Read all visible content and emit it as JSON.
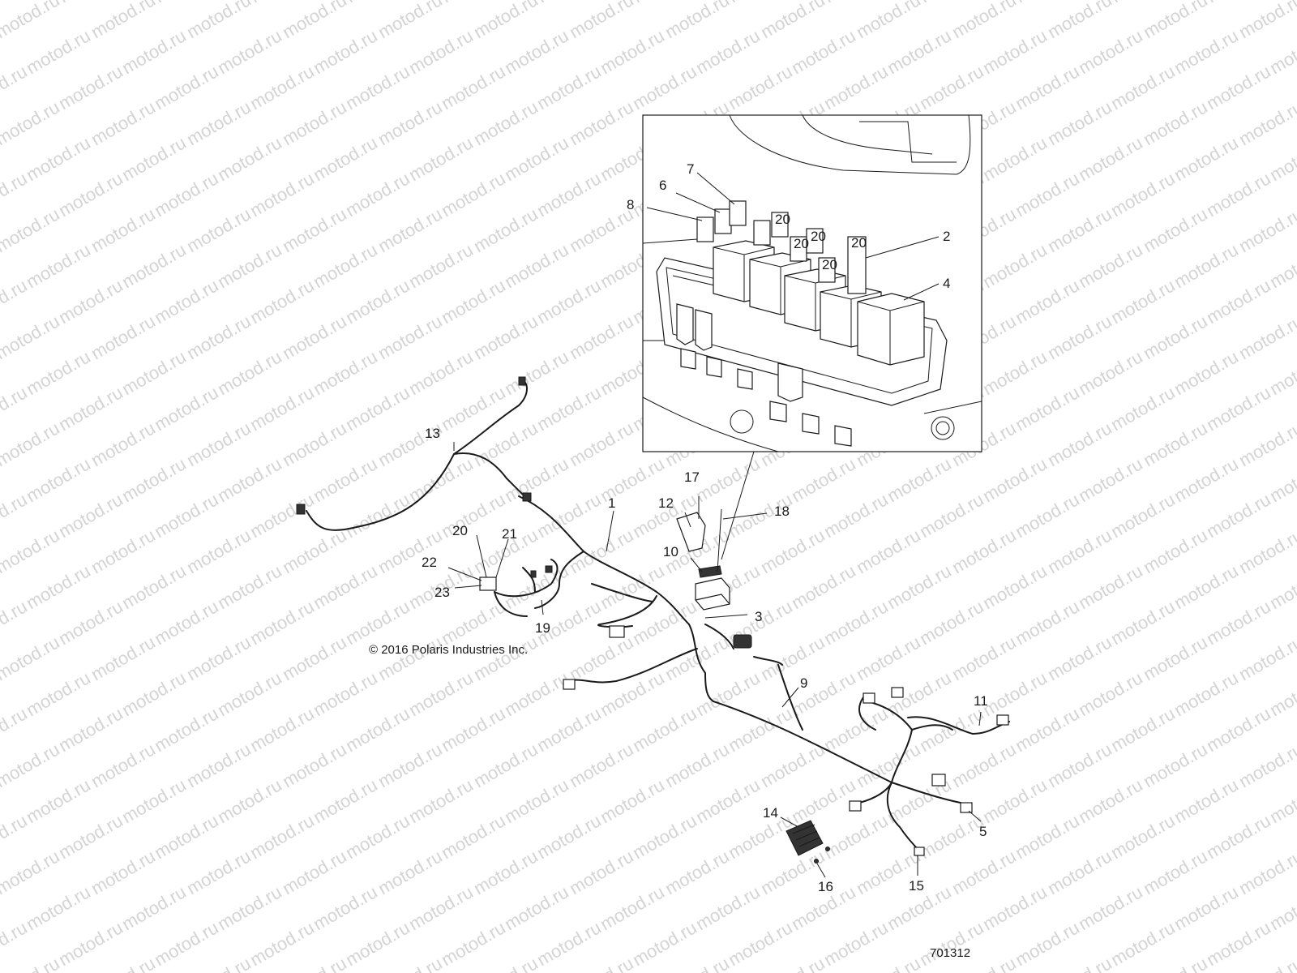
{
  "watermark": "motod.ru",
  "copyright": "© 2016 Polaris Industries Inc.",
  "document_number": "701312",
  "callouts": [
    {
      "id": "c1",
      "label": "1"
    },
    {
      "id": "c2",
      "label": "2"
    },
    {
      "id": "c3",
      "label": "3"
    },
    {
      "id": "c4",
      "label": "4"
    },
    {
      "id": "c5",
      "label": "5"
    },
    {
      "id": "c6",
      "label": "6"
    },
    {
      "id": "c7",
      "label": "7"
    },
    {
      "id": "c8",
      "label": "8"
    },
    {
      "id": "c9",
      "label": "9"
    },
    {
      "id": "c10",
      "label": "10"
    },
    {
      "id": "c11",
      "label": "11"
    },
    {
      "id": "c12",
      "label": "12"
    },
    {
      "id": "c13",
      "label": "13"
    },
    {
      "id": "c14",
      "label": "14"
    },
    {
      "id": "c15",
      "label": "15"
    },
    {
      "id": "c16",
      "label": "16"
    },
    {
      "id": "c17",
      "label": "17"
    },
    {
      "id": "c18",
      "label": "18"
    },
    {
      "id": "c19",
      "label": "19"
    },
    {
      "id": "c20",
      "label": "20"
    },
    {
      "id": "c21",
      "label": "21"
    },
    {
      "id": "c22",
      "label": "22"
    },
    {
      "id": "c23",
      "label": "23"
    }
  ],
  "fuse_labels": [
    "20",
    "20",
    "20",
    "20",
    "20"
  ]
}
